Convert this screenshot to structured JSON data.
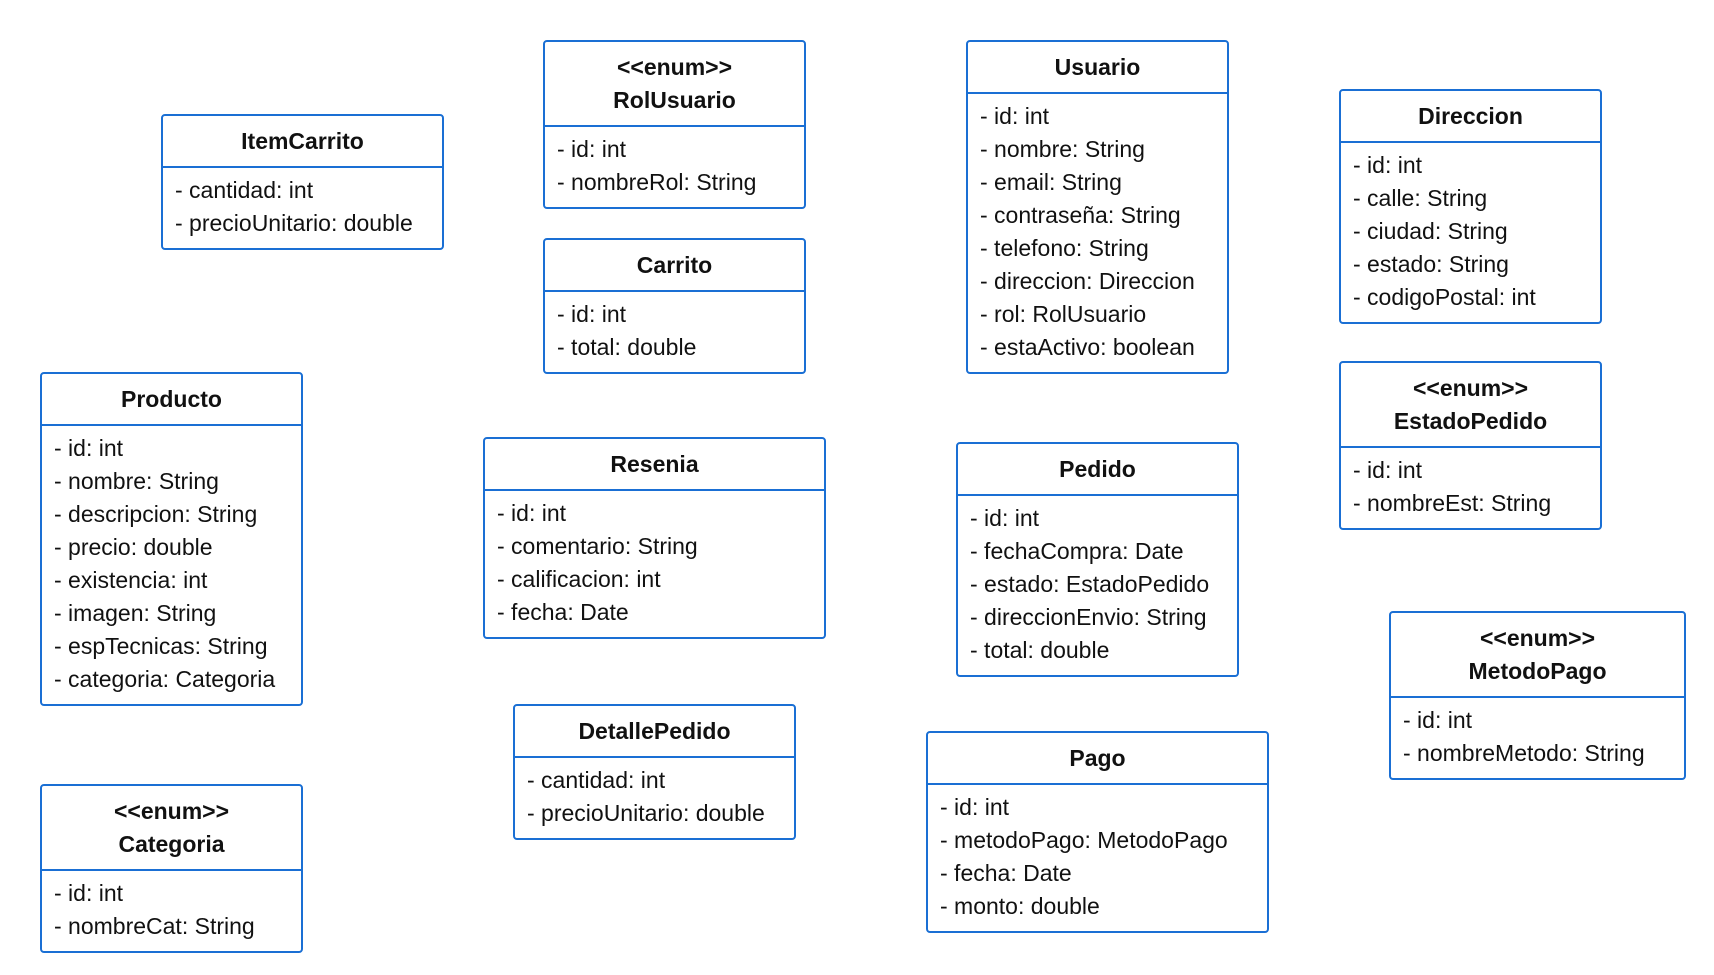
{
  "classes": [
    {
      "id": "itemcarrito",
      "stereotype": "",
      "name": "ItemCarrito",
      "attributes": [
        "- cantidad: int",
        "- precioUnitario: double"
      ]
    },
    {
      "id": "rolusuario",
      "stereotype": "<<enum>>",
      "name": "RolUsuario",
      "attributes": [
        "- id: int",
        "- nombreRol: String"
      ]
    },
    {
      "id": "carrito",
      "stereotype": "",
      "name": "Carrito",
      "attributes": [
        "- id: int",
        "- total: double"
      ]
    },
    {
      "id": "usuario",
      "stereotype": "",
      "name": "Usuario",
      "attributes": [
        "- id: int",
        "- nombre: String",
        "- email: String",
        "- contraseña: String",
        "- telefono: String",
        "- direccion: Direccion",
        "- rol: RolUsuario",
        "- estaActivo: boolean"
      ]
    },
    {
      "id": "direccion",
      "stereotype": "",
      "name": "Direccion",
      "attributes": [
        "- id: int",
        "- calle: String",
        "- ciudad: String",
        "- estado: String",
        "- codigoPostal: int"
      ]
    },
    {
      "id": "producto",
      "stereotype": "",
      "name": "Producto",
      "attributes": [
        "- id: int",
        "- nombre: String",
        "- descripcion: String",
        "- precio: double",
        "- existencia: int",
        "- imagen: String",
        "- espTecnicas: String",
        "- categoria: Categoria"
      ]
    },
    {
      "id": "resenia",
      "stereotype": "",
      "name": "Resenia",
      "attributes": [
        "- id: int",
        "- comentario: String",
        "- calificacion: int",
        "- fecha: Date"
      ]
    },
    {
      "id": "pedido",
      "stereotype": "",
      "name": "Pedido",
      "attributes": [
        "- id: int",
        "- fechaCompra: Date",
        "- estado: EstadoPedido",
        "- direccionEnvio: String",
        "- total: double"
      ]
    },
    {
      "id": "estadopedido",
      "stereotype": "<<enum>>",
      "name": "EstadoPedido",
      "attributes": [
        "- id: int",
        "- nombreEst: String"
      ]
    },
    {
      "id": "metodopago",
      "stereotype": "<<enum>>",
      "name": "MetodoPago",
      "attributes": [
        "- id: int",
        "- nombreMetodo: String"
      ]
    },
    {
      "id": "detallepedido",
      "stereotype": "",
      "name": "DetallePedido",
      "attributes": [
        "- cantidad: int",
        "- precioUnitario: double"
      ]
    },
    {
      "id": "pago",
      "stereotype": "",
      "name": "Pago",
      "attributes": [
        "- id: int",
        "- metodoPago: MetodoPago",
        "- fecha: Date",
        "- monto: double"
      ]
    },
    {
      "id": "categoria",
      "stereotype": "<<enum>>",
      "name": "Categoria",
      "attributes": [
        "- id: int",
        "- nombreCat: String"
      ]
    }
  ],
  "colors": {
    "border": "#1a6fd4",
    "text": "#111111",
    "background": "#ffffff"
  }
}
